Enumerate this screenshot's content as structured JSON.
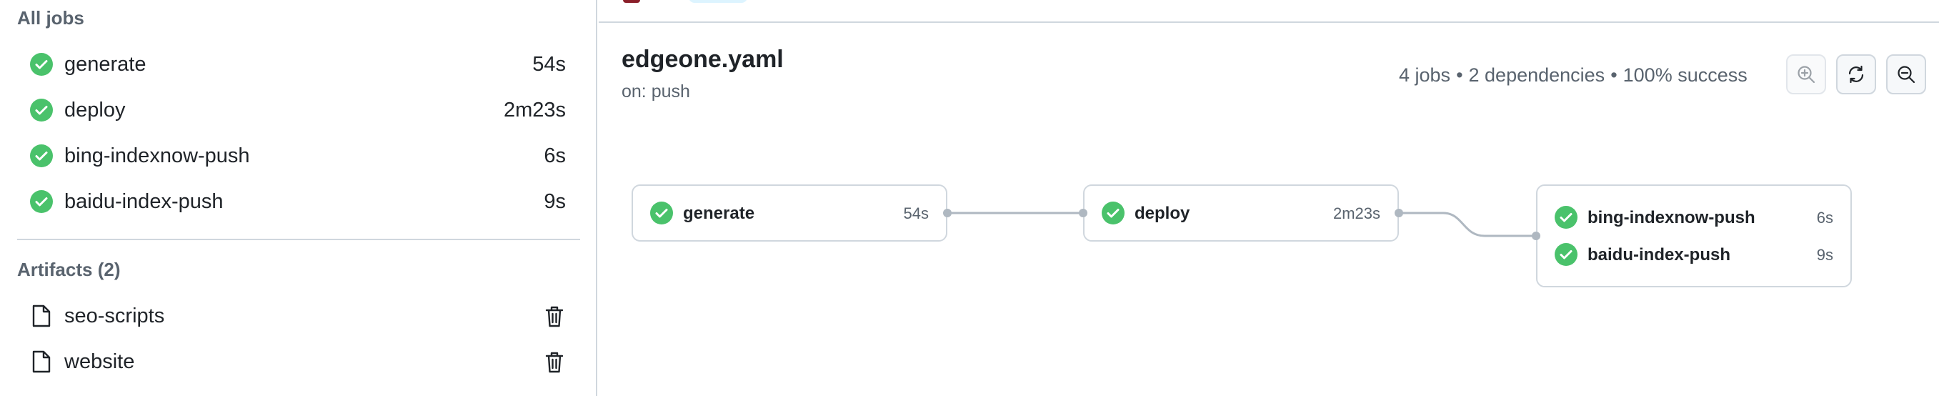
{
  "sidebar": {
    "all_jobs_title": "All jobs",
    "jobs": [
      {
        "name": "generate",
        "duration": "54s"
      },
      {
        "name": "deploy",
        "duration": "2m23s"
      },
      {
        "name": "bing-indexnow-push",
        "duration": "6s"
      },
      {
        "name": "baidu-index-push",
        "duration": "9s"
      }
    ],
    "artifacts_title": "Artifacts (2)",
    "artifacts": [
      {
        "name": "seo-scripts"
      },
      {
        "name": "website"
      }
    ]
  },
  "workflow": {
    "title": "edgeone.yaml",
    "trigger": "on: push",
    "summary": {
      "jobs": "4 jobs",
      "dependencies": "2 dependencies",
      "success": "100% success",
      "separator": "•"
    }
  },
  "graph": {
    "nodes": [
      {
        "jobs": [
          {
            "name": "generate",
            "duration": "54s"
          }
        ]
      },
      {
        "jobs": [
          {
            "name": "deploy",
            "duration": "2m23s"
          }
        ]
      },
      {
        "jobs": [
          {
            "name": "bing-indexnow-push",
            "duration": "6s"
          },
          {
            "name": "baidu-index-push",
            "duration": "9s"
          }
        ]
      }
    ]
  },
  "colors": {
    "success": "#4ac26b",
    "border": "#d0d7de",
    "muted": "#59636e",
    "connector": "#afb8c1"
  },
  "icons": {
    "status": "check-circle-icon",
    "artifact": "file-icon",
    "delete": "trash-icon",
    "zoom_in": "zoom-in-icon",
    "reset": "sync-icon",
    "zoom_out": "zoom-out-icon"
  }
}
